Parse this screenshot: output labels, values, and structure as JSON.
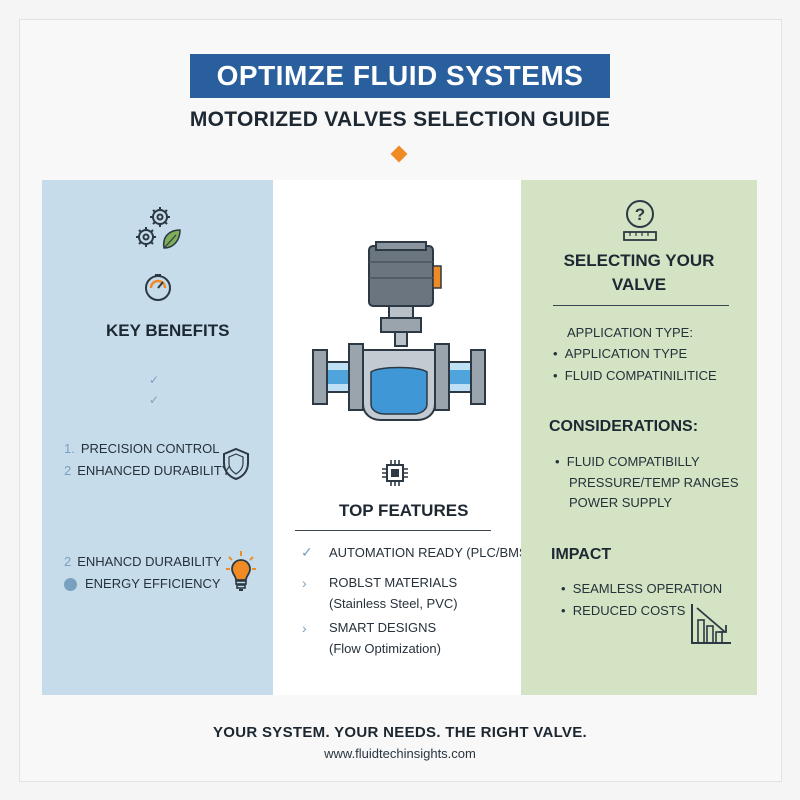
{
  "header": {
    "title": "OPTIMZE FLUID SYSTEMS",
    "subtitle": "MOTORIZED VALVES SELECTION GUIDE"
  },
  "left": {
    "heading": "KEY BENEFITS",
    "list1": [
      {
        "num": "1.",
        "text": "PRECISION CONTROL"
      },
      {
        "num": "2",
        "text": "ENHANCED DURABILITY"
      }
    ],
    "list2": [
      {
        "num": "2",
        "text": "ENHANCD DURABILITY"
      },
      {
        "text": "ENERGY EFFICIENCY"
      }
    ],
    "icons": [
      "gears-leaf-icon",
      "gauge-icon",
      "check-icon",
      "shield-icon",
      "lightbulb-icon"
    ]
  },
  "middle": {
    "heading": "TOP FEATURES",
    "features": [
      {
        "line1": "AUTOMATION READY (PLC/BMS)",
        "line2": ""
      },
      {
        "line1": "ROBLST MATERIALS",
        "line2": "(Stainless Steel, PVC)"
      },
      {
        "line1": "SMART DESIGNS",
        "line2": "(Flow Optimization)"
      }
    ],
    "icons": [
      "motorized-valve-illustration",
      "chip-icon"
    ]
  },
  "right": {
    "heading_line1": "SELECTING YOUR",
    "heading_line2": "VALVE",
    "app_label": "APPLICATION TYPE:",
    "app_items": [
      "APPLICATION TYPE",
      "FLUID COMPATINILITICE"
    ],
    "considerations_heading": "CONSIDERATIONS:",
    "considerations": [
      "FLUID COMPATIBILLY",
      "PRESSURE/TEMP RANGES",
      "POWER SUPPLY"
    ],
    "impact_heading": "IMPACT",
    "impact": [
      "SEAMLESS OPERATION",
      "REDUCED COSTS"
    ],
    "icons": [
      "question-scale-icon",
      "declining-chart-icon"
    ]
  },
  "footer": {
    "tagline": "YOUR SYSTEM. YOUR NEEDS. THE RIGHT VALVE.",
    "url": "www.fluidtechinsights.com"
  },
  "colors": {
    "banner": "#2a5f9e",
    "accent": "#f08a24",
    "left_panel": "#c6dcea",
    "right_panel": "#d3e3c3"
  }
}
